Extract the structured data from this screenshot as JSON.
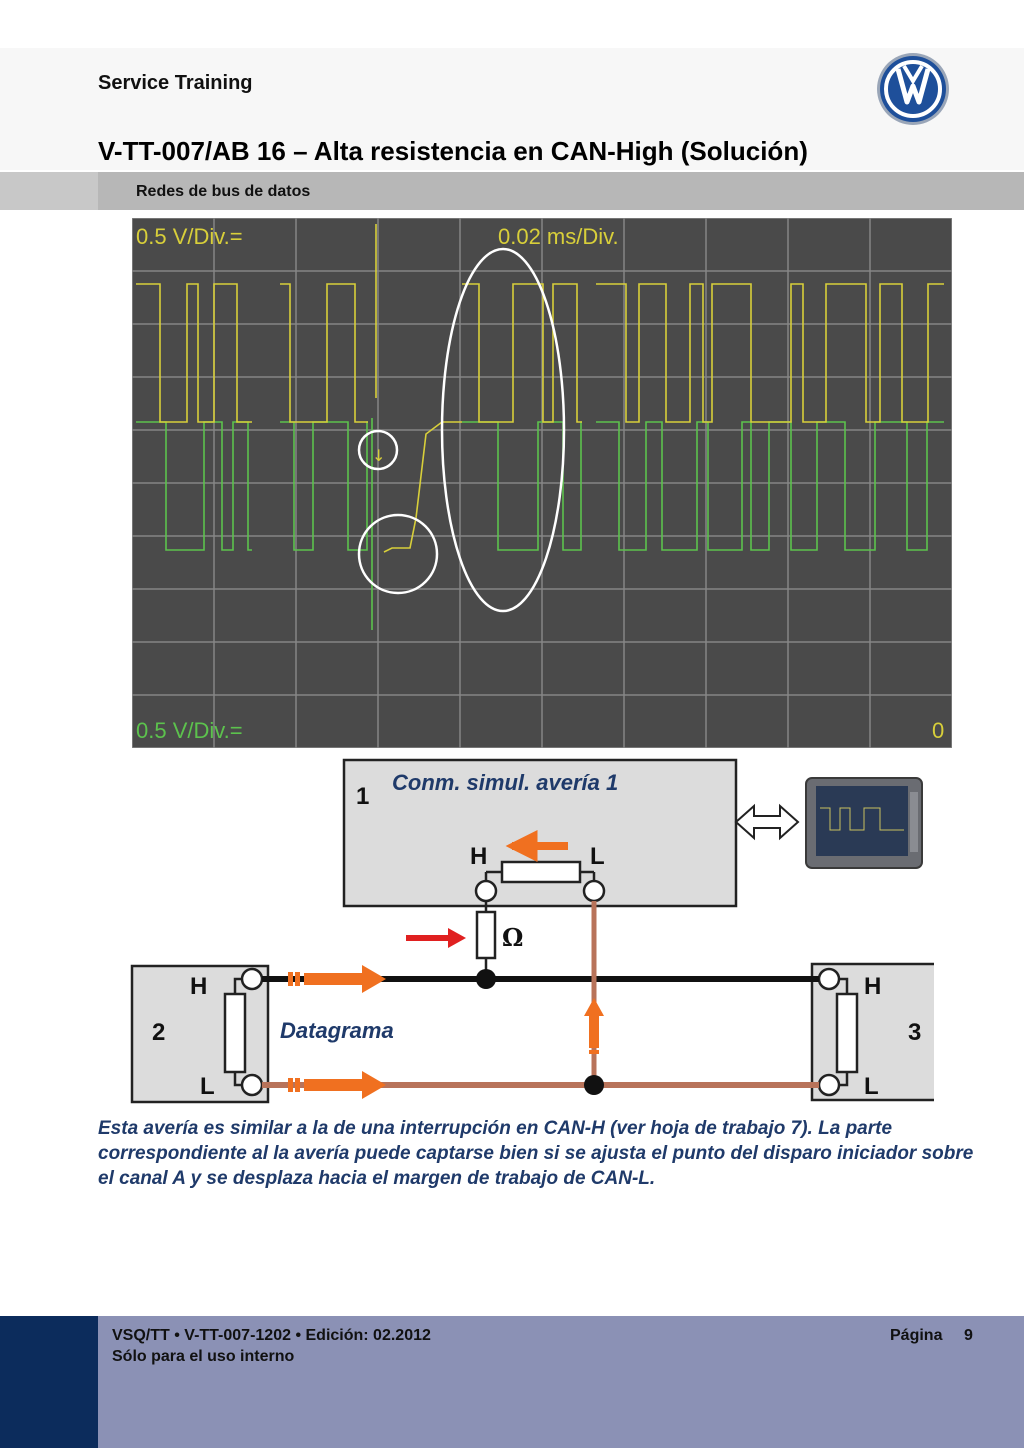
{
  "header": {
    "brand": "Service Training",
    "title": "V-TT-007/AB 16 – Alta resistencia en CAN-High (Solución)",
    "subtitle": "Redes de bus de datos"
  },
  "scope": {
    "ch_a_scale": "0.5 V/Div.=",
    "ch_b_scale": "0.5 V/Div.=",
    "time_scale": "0.02 ms/Div.",
    "zero_marker": "0",
    "colors": {
      "background": "#4a4a4a",
      "grid": "#8a8a8a",
      "can_high": "#d8cf3a",
      "can_low": "#5cc24d"
    }
  },
  "diagram": {
    "box1_number": "1",
    "box1_title": "Conm. simul. avería 1",
    "box1_h": "H",
    "box1_l": "L",
    "ohm_symbol": "Ω",
    "box2_h": "H",
    "box2_number": "2",
    "box2_l": "L",
    "datagram_label": "Datagrama",
    "box3_h": "H",
    "box3_number": "3",
    "box3_l": "L",
    "colors": {
      "can_high_wire": "#111111",
      "can_low_wire": "#b8735a",
      "arrow_orange": "#f07020",
      "arrow_red": "#e02020",
      "box_fill": "#dcdcdc",
      "title_blue": "#1f3a6a"
    }
  },
  "caption": "Esta avería es similar a la de una interrupción en CAN-H (ver hoja de trabajo 7). La parte correspondiente al la avería puede captarse bien si se ajusta el punto del disparo iniciador sobre el canal A y se desplaza hacia el margen de trabajo de CAN-L.",
  "footer": {
    "line1": "VSQ/TT • V-TT-007-1202 • Edición: 02.2012",
    "line2": "Sólo para el uso interno",
    "page_label": "Página",
    "page_number": "9"
  }
}
